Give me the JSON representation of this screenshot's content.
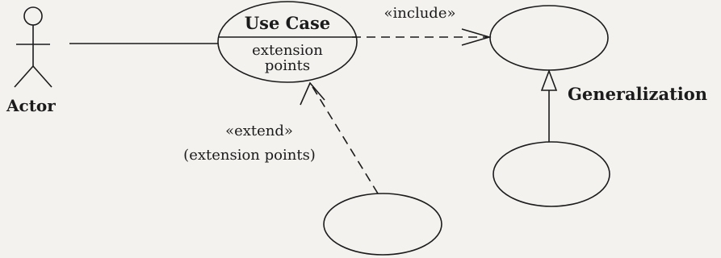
{
  "diagram": {
    "actor": {
      "label": "Actor"
    },
    "use_case": {
      "title": "Use Case",
      "compartment_line1": "extension",
      "compartment_line2": "points"
    },
    "include_relation": {
      "label": "«include»"
    },
    "extend_relation": {
      "label": "«extend»",
      "sublabel": "(extension points)"
    },
    "generalization": {
      "label": "Generalization"
    }
  }
}
